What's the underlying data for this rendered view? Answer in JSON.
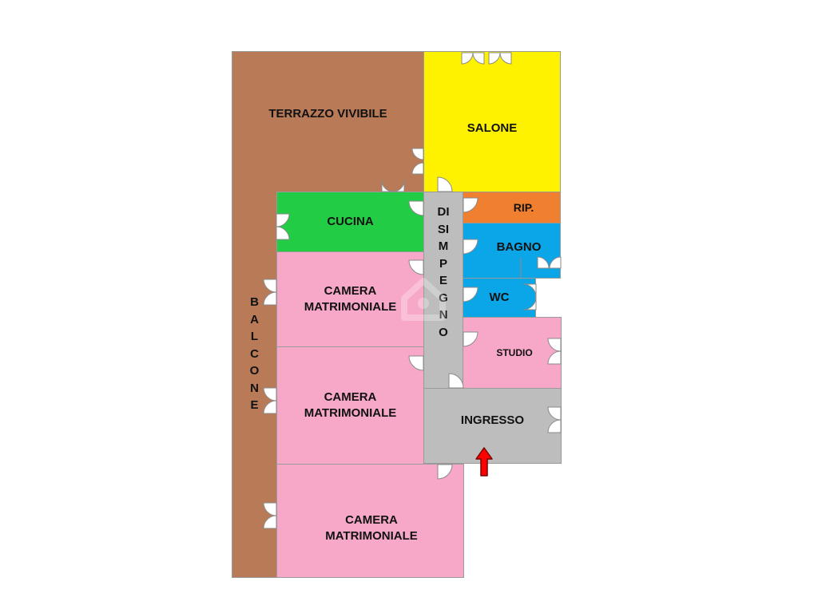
{
  "rooms": {
    "terrazzo": {
      "label": "TERRAZZO VIVIBILE",
      "color": "#b87a57"
    },
    "balcone": {
      "label": "BALCONE",
      "color": "#b87a57"
    },
    "salone": {
      "label": "SALONE",
      "color": "#fff200"
    },
    "cucina": {
      "label": "CUCINA",
      "color": "#22cc44"
    },
    "disimpegno": {
      "label": "DISIMPEGNO",
      "color": "#bdbdbd"
    },
    "rip": {
      "label": "RIP.",
      "color": "#f08030"
    },
    "bagno": {
      "label": "BAGNO",
      "color": "#0aa6e8"
    },
    "wc": {
      "label": "WC",
      "color": "#0aa6e8"
    },
    "studio": {
      "label": "STUDIO",
      "color": "#f7a8c8"
    },
    "ingresso": {
      "label": "INGRESSO",
      "color": "#bdbdbd"
    },
    "camera1": {
      "label": "CAMERA\nMATRIMONIALE",
      "color": "#f7a8c8"
    },
    "camera2": {
      "label": "CAMERA\nMATRIMONIALE",
      "color": "#f7a8c8"
    },
    "camera3": {
      "label": "CAMERA\nMATRIMONIALE",
      "color": "#f7a8c8"
    }
  },
  "entrance_arrow": {
    "color": "#ff0000",
    "icon": "arrow-up-icon"
  },
  "watermark": {
    "icon": "house-icon"
  }
}
